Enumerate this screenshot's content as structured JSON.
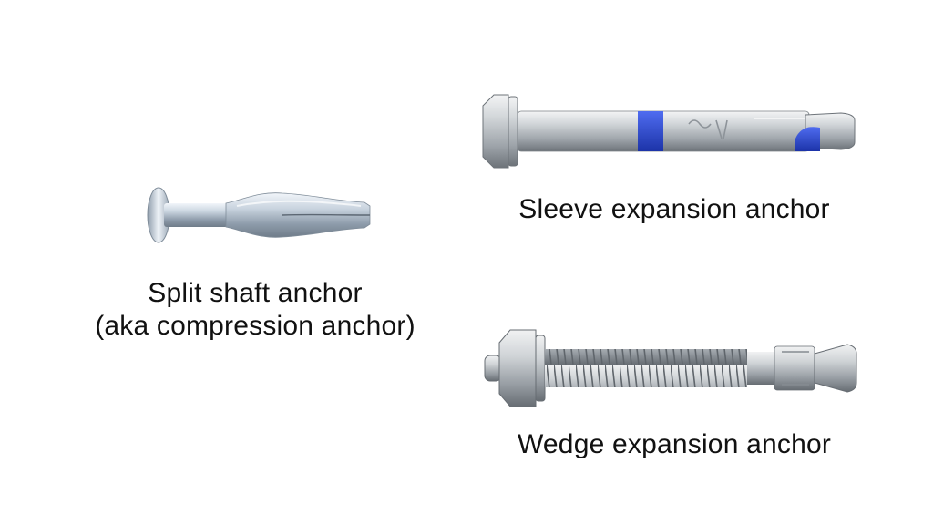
{
  "diagram": {
    "items": [
      {
        "id": "split",
        "caption_lines": [
          "Split shaft anchor",
          "(aka compression anchor)"
        ],
        "icon": "split-shaft-anchor-icon"
      },
      {
        "id": "sleeve",
        "caption_lines": [
          "Sleeve expansion anchor"
        ],
        "icon": "sleeve-expansion-anchor-icon"
      },
      {
        "id": "wedge",
        "caption_lines": [
          "Wedge expansion anchor"
        ],
        "icon": "wedge-expansion-anchor-icon"
      }
    ]
  },
  "colors": {
    "background": "#ffffff",
    "text": "#111111",
    "zinc_light": "#dbe4ee",
    "zinc_mid": "#a9b6c3",
    "zinc_dark": "#6f7c89",
    "steel_light": "#e6e8ea",
    "steel_mid": "#b3b8bd",
    "steel_dark": "#757b81",
    "marker_blue": "#2a49d6"
  }
}
